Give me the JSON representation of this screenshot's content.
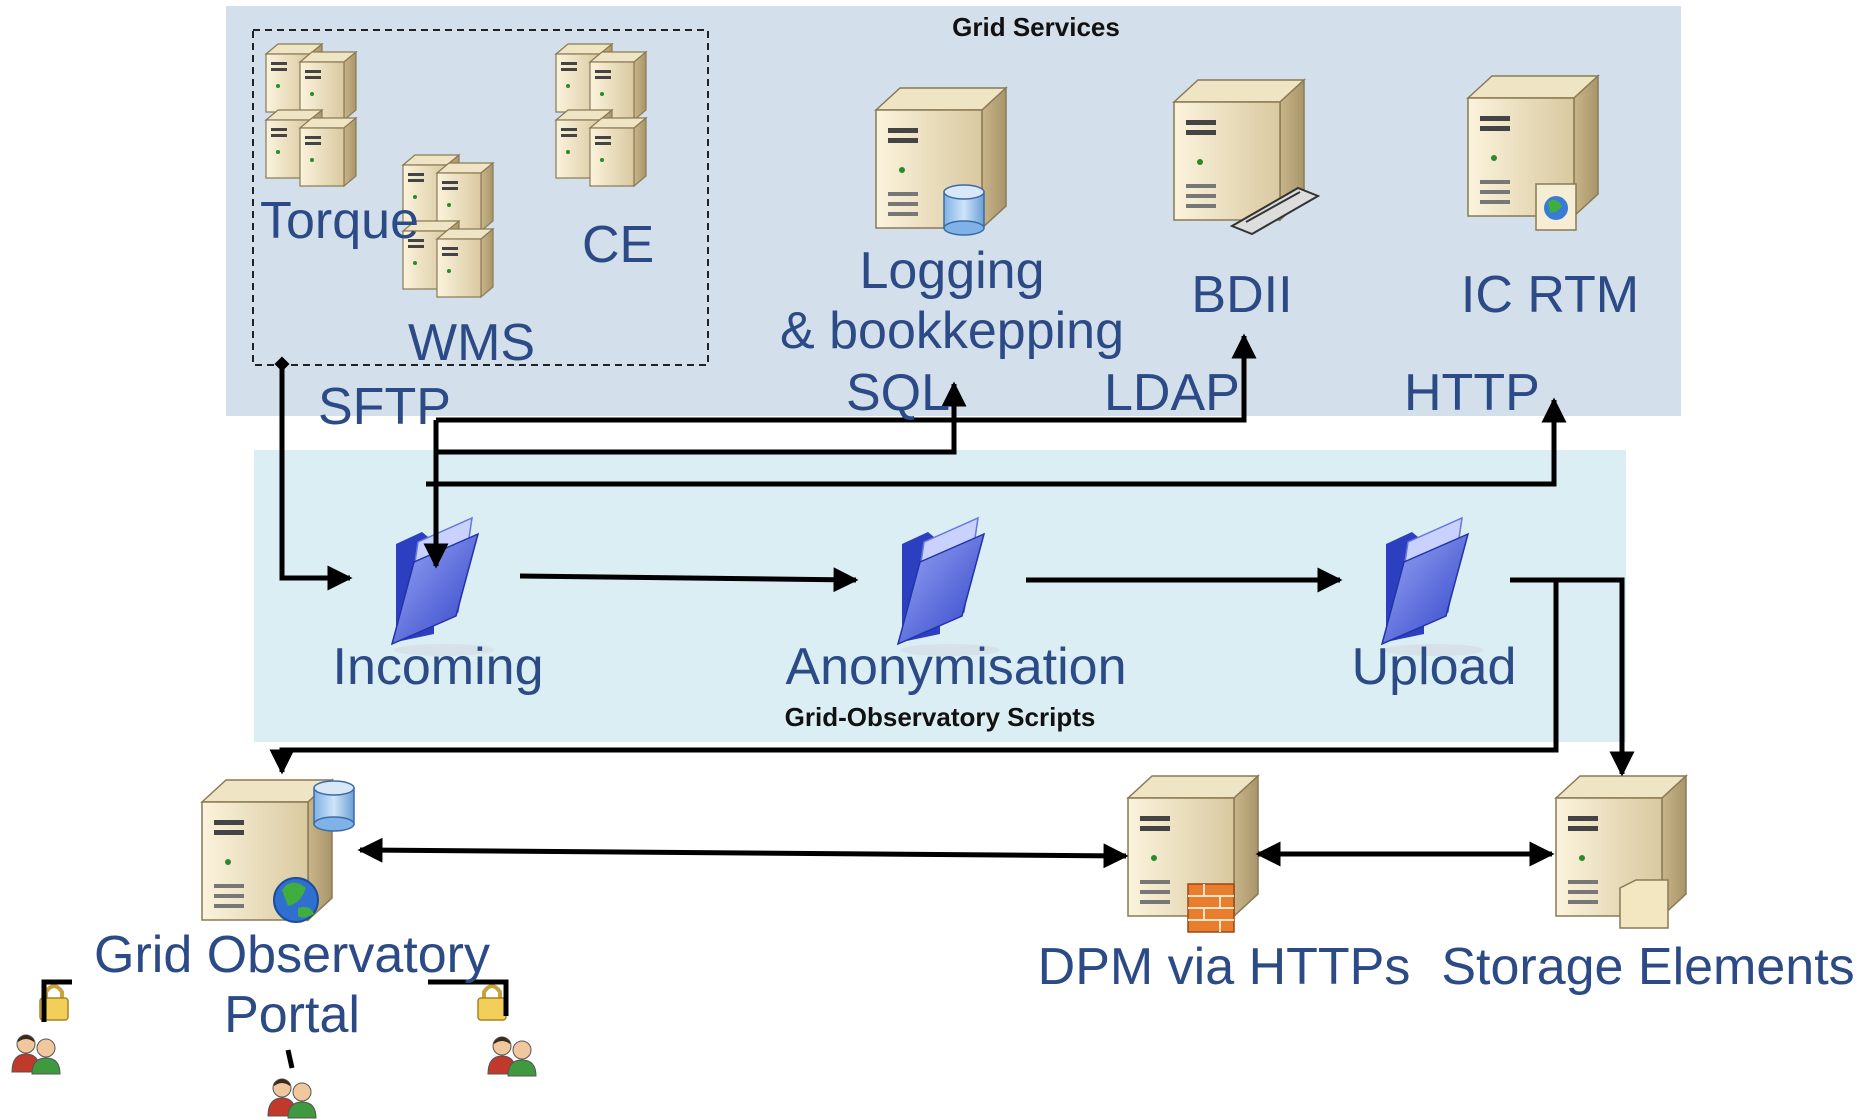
{
  "regions": {
    "grid_services": "Grid Services",
    "scripts": "Grid-Observatory Scripts"
  },
  "services": {
    "torque": "Torque",
    "ce": "CE",
    "wms": "WMS",
    "logging_1": "Logging",
    "logging_2": "& bookkepping",
    "bdii": "BDII",
    "ic_rtm": "IC RTM"
  },
  "protocols": {
    "sftp": "SFTP",
    "sql": "SQL",
    "ldap": "LDAP",
    "http": "HTTP"
  },
  "folders": {
    "incoming": "Incoming",
    "anonymisation": "Anonymisation",
    "upload": "Upload"
  },
  "bottom": {
    "portal_1": "Grid Observatory",
    "portal_2": "Portal",
    "dpm": "DPM via HTTPs",
    "storage": "Storage Elements"
  },
  "colors": {
    "grid_services_bg": "#d3dfea",
    "scripts_bg": "#daeef3",
    "label_text": "#2b4a86",
    "folder_blue": "#5a6fe0"
  },
  "icons": {
    "server": "server-tower-icon",
    "server_cluster": "server-cluster-icon",
    "folder": "open-folder-icon",
    "database": "database-icon",
    "globe": "globe-icon",
    "users": "users-lock-icon"
  }
}
